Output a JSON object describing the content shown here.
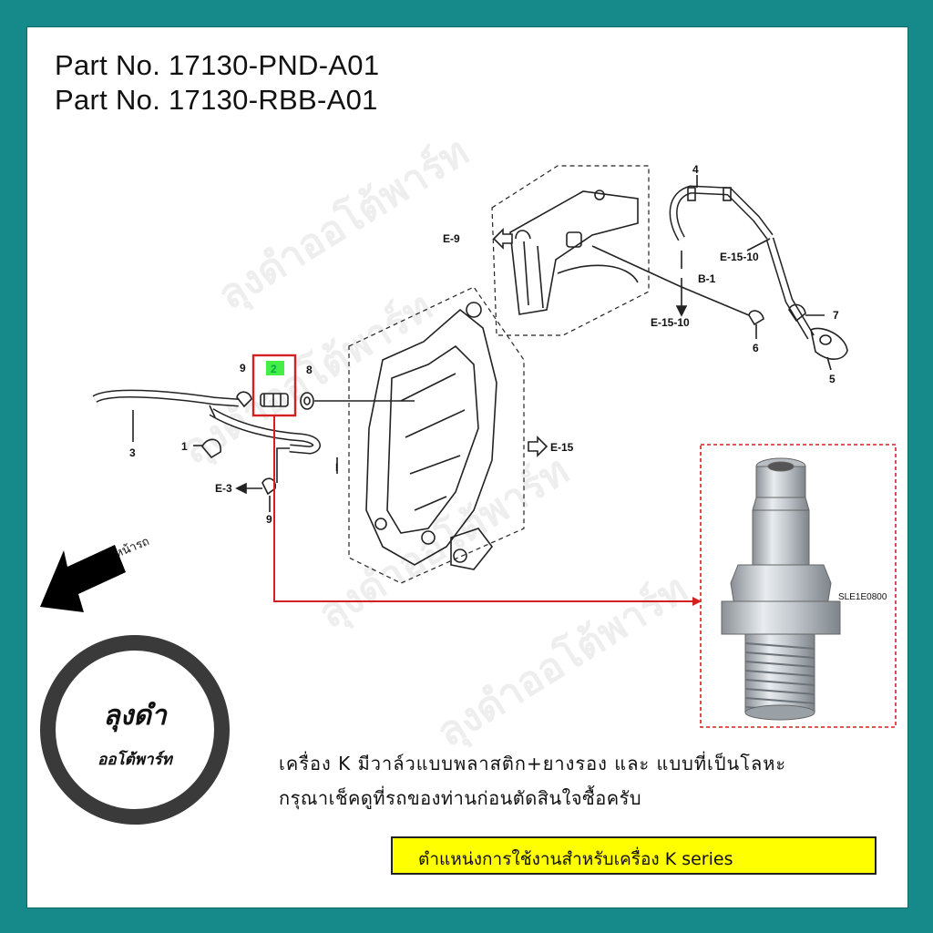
{
  "header": {
    "part_no_1": "Part No. 17130-PND-A01",
    "part_no_2": "Part No. 17130-RBB-A01"
  },
  "callouts": {
    "n1": "1",
    "n2": "2",
    "n3": "3",
    "n4": "4",
    "n5": "5",
    "n6": "6",
    "n7": "7",
    "n8": "8",
    "n9a": "9",
    "n9b": "9",
    "e9": "E-9",
    "e15_10a": "E-15-10",
    "e15_10b": "E-15-10",
    "b1": "B-1",
    "e15": "E-15",
    "e3": "E-3",
    "i_mark": "I"
  },
  "front_label": "หน้ารถ",
  "photo_code": "SLE1E0800",
  "logo": {
    "line1": "ลุงดำ",
    "line2": "ออโต้พาร์ท"
  },
  "watermark": "ลุงดำออโต้พาร์ท",
  "note": {
    "line1": "เครื่อง K มีวาล์วแบบพลาสติก+ยางรอง และ แบบที่เป็นโลหะ",
    "line2": "กรุณาเช็คดูที่รถของท่านก่อนตัดสินใจซื้อครับ"
  },
  "footer_label": "ตำแหน่งการใช้งานสำหรับเครื่อง K series",
  "colors": {
    "background": "#168a8a",
    "highlight": "#d32020",
    "callout_green": "#44ee44",
    "banner": "#ffff00"
  }
}
